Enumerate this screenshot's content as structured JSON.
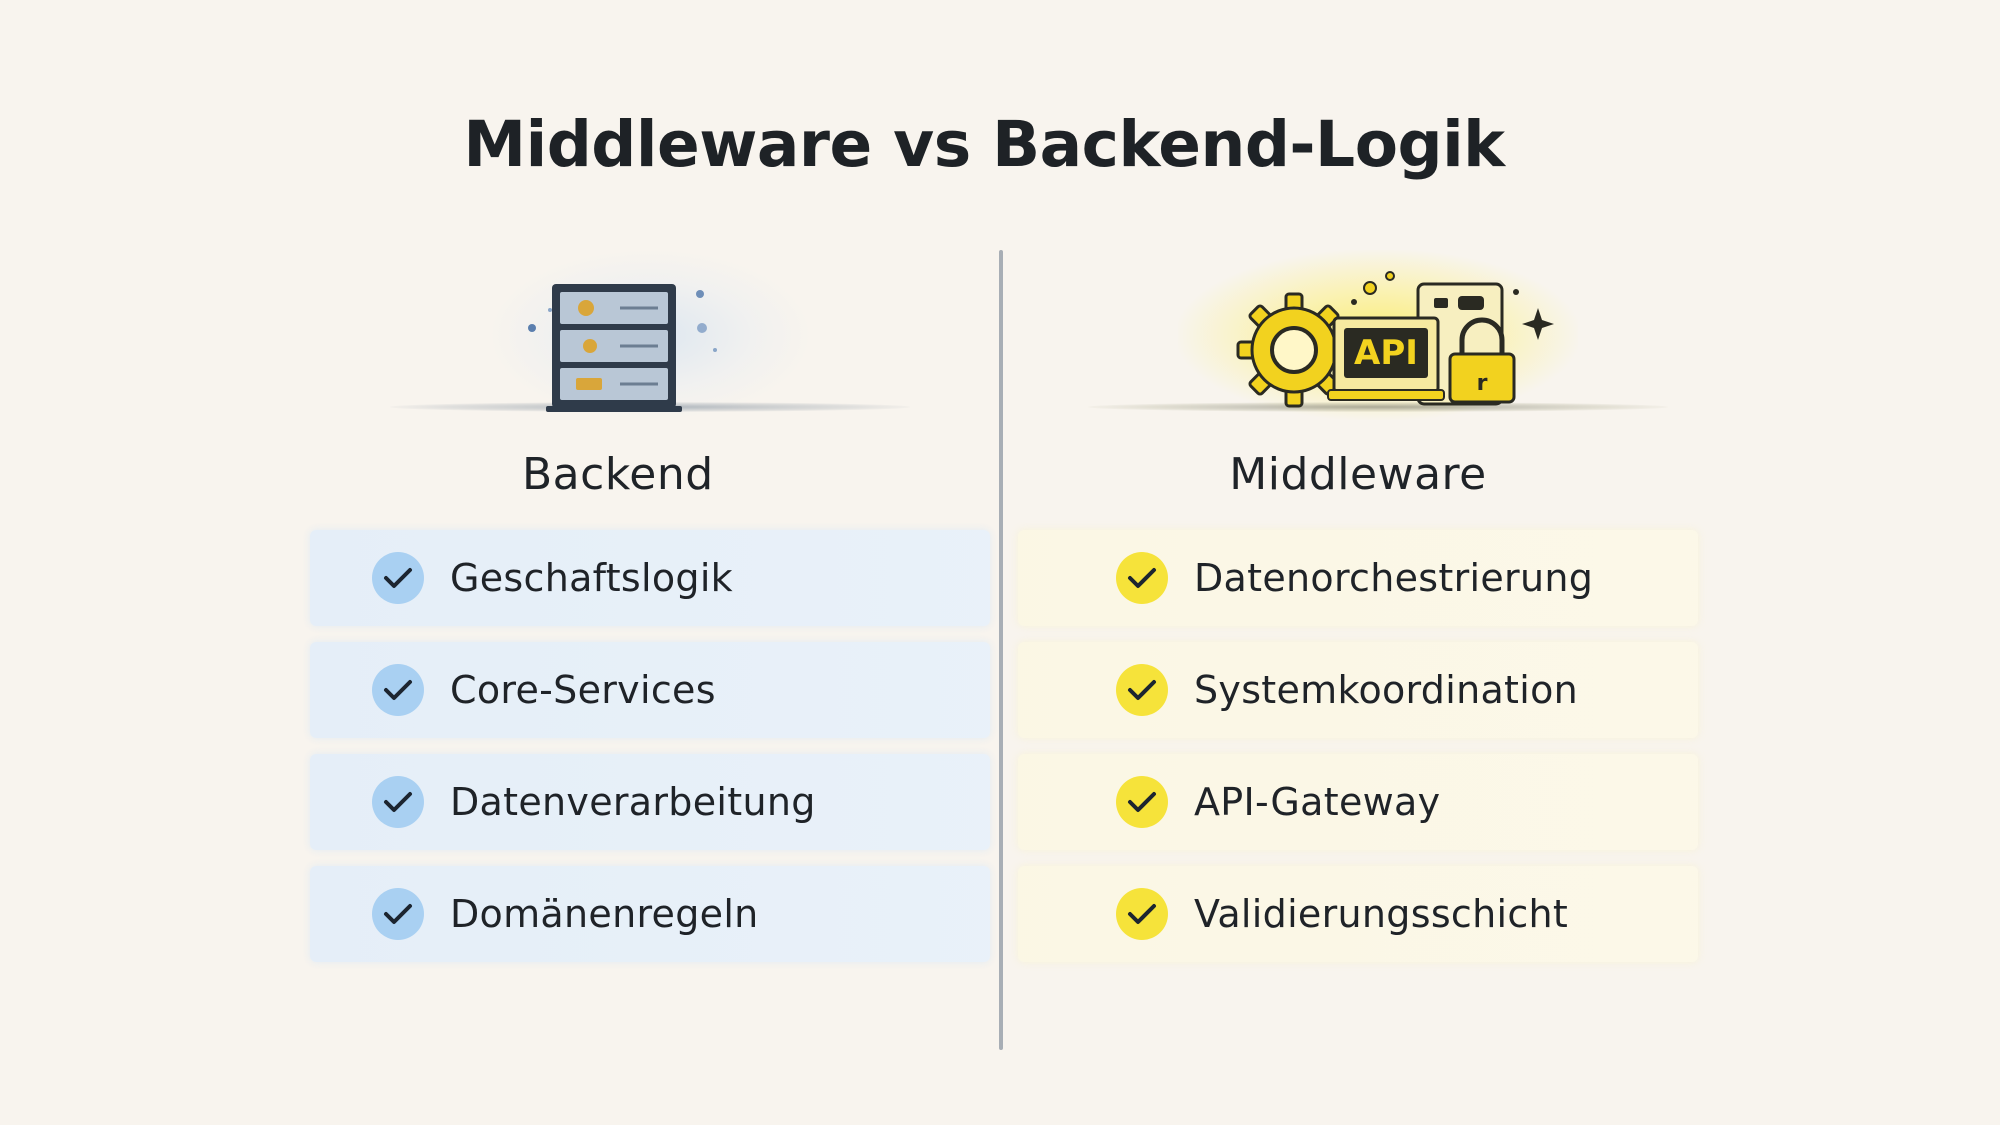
{
  "title": "Middleware vs Backend-Logik",
  "columns": [
    {
      "heading": "Backend",
      "icon": "server-rack-icon",
      "accent": "#a9d0f2",
      "items": [
        "Geschaftslogik",
        "Core-Services",
        "Datenverarbeitung",
        "Domänenregeln"
      ]
    },
    {
      "heading": "Middleware",
      "icon": "api-gear-lock-icon",
      "icon_label": "API",
      "accent": "#f6e33a",
      "items": [
        "Datenorchestrierung",
        "Systemkoordination",
        "API-Gateway",
        "Validierungsschicht"
      ]
    }
  ]
}
